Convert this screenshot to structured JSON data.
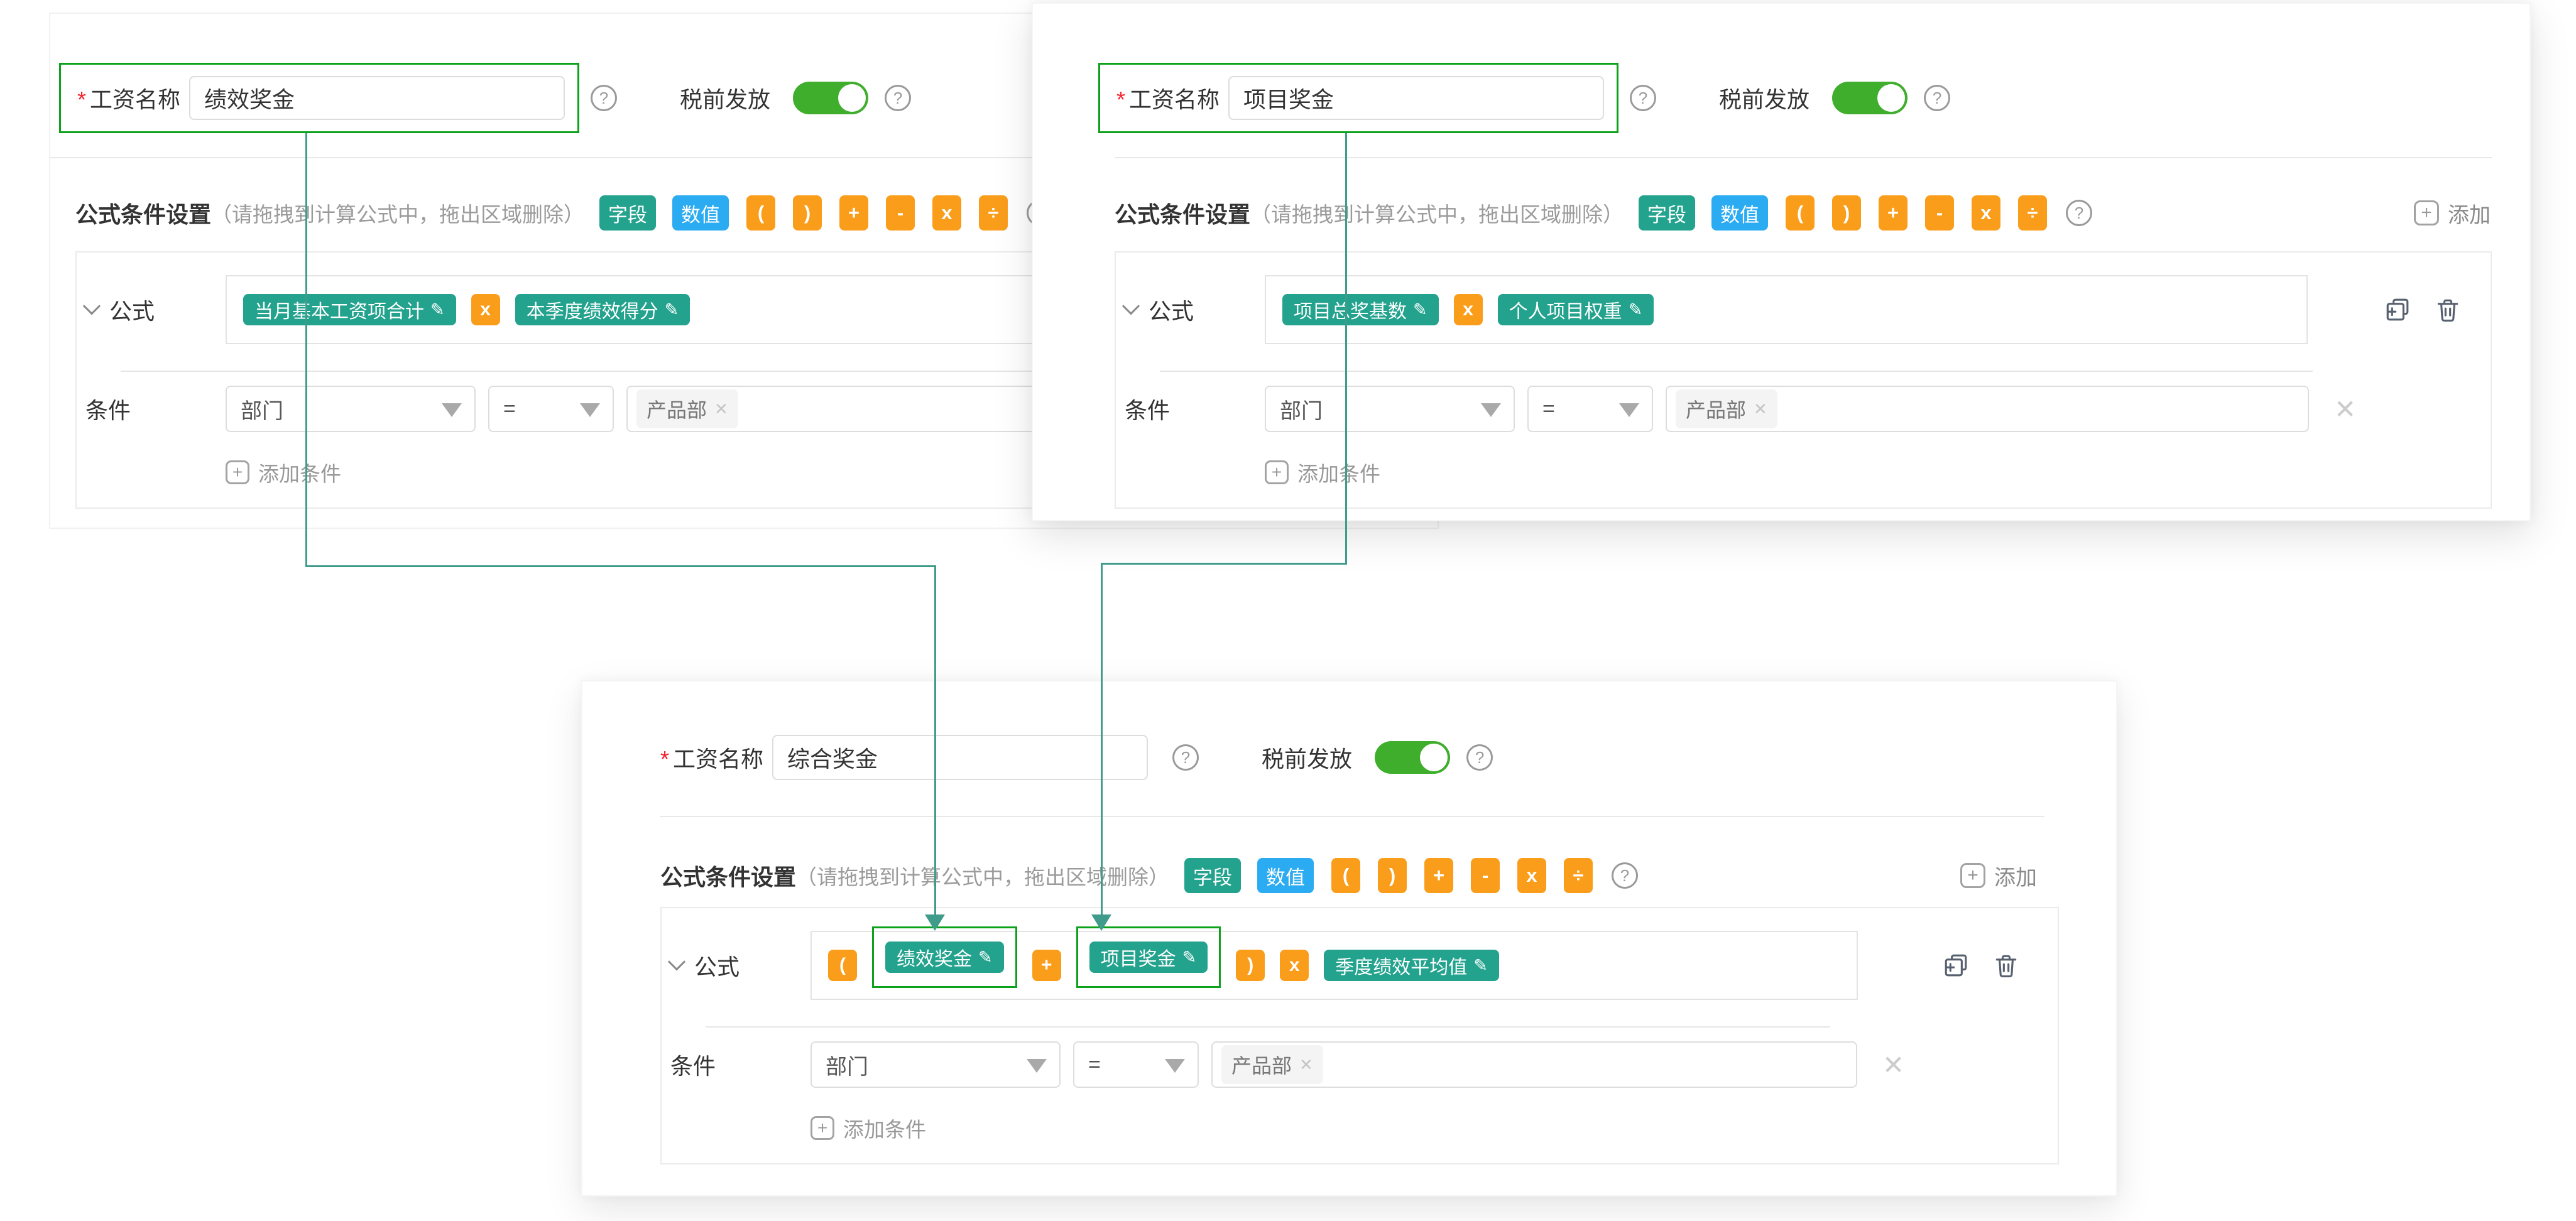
{
  "ui": {
    "required_mark": "*",
    "name_label": "工资名称",
    "pretax_label": "税前发放",
    "help_glyph": "?",
    "settings_title": "公式条件设置",
    "settings_hint": "（请拖拽到计算公式中，拖出区域删除）",
    "field_button": "字段",
    "number_button": "数值",
    "operators": [
      "(",
      ")",
      "+",
      "-",
      "x",
      "÷"
    ],
    "add_label": "添加",
    "formula_label": "公式",
    "condition_label": "条件",
    "add_condition_label": "添加条件",
    "pencil_glyph": "✎",
    "plus_glyph": "+",
    "chip_remove_glyph": "✕",
    "row_remove_glyph": "✕"
  },
  "colors": {
    "tag_teal": "#23A28D",
    "number_blue": "#2BABF2",
    "operator_orange": "#FA9D1B",
    "toggle_green": "#3FAE2C",
    "highlight_green": "#0CA21B",
    "connector_teal": "#3F9B8A"
  },
  "cards": [
    {
      "name_value": "绩效奖金",
      "pretax_on": true,
      "formula_tokens": [
        {
          "type": "field",
          "label": "当月基本工资项合计"
        },
        {
          "type": "op",
          "label": "x"
        },
        {
          "type": "field",
          "label": "本季度绩效得分"
        }
      ],
      "condition": {
        "field": "部门",
        "op": "=",
        "value": "产品部"
      }
    },
    {
      "name_value": "项目奖金",
      "pretax_on": true,
      "formula_tokens": [
        {
          "type": "field",
          "label": "项目总奖基数"
        },
        {
          "type": "op",
          "label": "x"
        },
        {
          "type": "field",
          "label": "个人项目权重"
        }
      ],
      "condition": {
        "field": "部门",
        "op": "=",
        "value": "产品部"
      }
    },
    {
      "name_value": "综合奖金",
      "pretax_on": true,
      "formula_tokens": [
        {
          "type": "op",
          "label": "("
        },
        {
          "type": "field",
          "label": "绩效奖金",
          "highlighted": true
        },
        {
          "type": "op",
          "label": "+"
        },
        {
          "type": "field",
          "label": "项目奖金",
          "highlighted": true
        },
        {
          "type": "op",
          "label": ")"
        },
        {
          "type": "op",
          "label": "x"
        },
        {
          "type": "field",
          "label": "季度绩效平均值"
        }
      ],
      "condition": {
        "field": "部门",
        "op": "=",
        "value": "产品部"
      }
    }
  ]
}
